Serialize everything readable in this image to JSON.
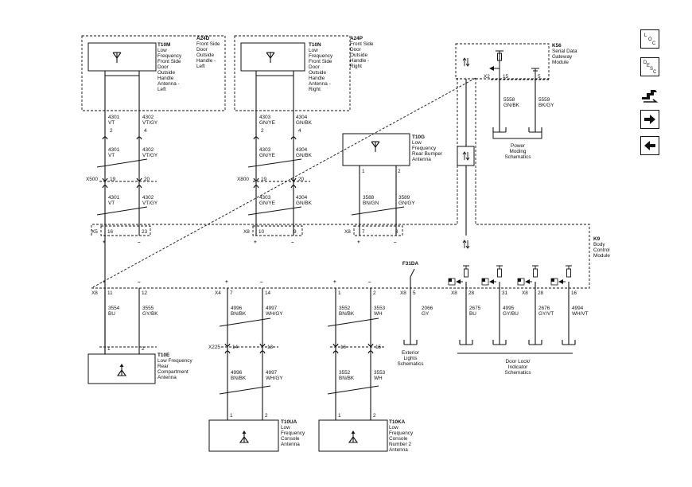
{
  "nav": {
    "loc": [
      "L",
      "O",
      "C"
    ],
    "desc": [
      "D",
      "E",
      "S",
      "C"
    ]
  },
  "components": {
    "a24d": {
      "id": "A24D",
      "lines": [
        "Front Side",
        "Door",
        "Outside",
        "Handle -",
        "Left"
      ]
    },
    "t10m": {
      "id": "T10M",
      "lines": [
        "Low",
        "Frequency",
        "Front Side",
        "Door",
        "Outside",
        "Handle",
        "Antenna -",
        "Left"
      ]
    },
    "a24p": {
      "id": "A24P",
      "lines": [
        "Front Side",
        "Door",
        "Outside",
        "Handle -",
        "Right"
      ]
    },
    "t10n": {
      "id": "T10N",
      "lines": [
        "Low",
        "Frequency",
        "Front Side",
        "Door",
        "Outside",
        "Handle",
        "Antenna -",
        "Right"
      ]
    },
    "t10g": {
      "id": "T10G",
      "lines": [
        "Low",
        "Frequency",
        "Rear Bumper",
        "Antenna"
      ]
    },
    "k56": {
      "id": "K56",
      "lines": [
        "Serial Data",
        "Gateway",
        "Module"
      ]
    },
    "k9": {
      "id": "K9",
      "lines": [
        "Body",
        "Control",
        "Module"
      ]
    },
    "t10e": {
      "id": "T10E",
      "lines": [
        "Low Frequency",
        "Rear",
        "Compartment",
        "Antenna"
      ]
    },
    "t10ua": {
      "id": "T10UA",
      "lines": [
        "Low",
        "Frequency",
        "Console",
        "Antenna"
      ]
    },
    "t10ka": {
      "id": "T10KA",
      "lines": [
        "Low",
        "Frequency",
        "Console",
        "Number 2",
        "Antenna"
      ]
    },
    "f31da": {
      "id": "F31DA"
    }
  },
  "connectors": {
    "x500": "X500",
    "x800": "X800",
    "x5": "X5",
    "x8": "X8",
    "x4": "X4",
    "x225": "X225",
    "x2": "X2"
  },
  "pins": {
    "t10m_a": "2",
    "t10m_b": "4",
    "x500_a": "19",
    "x500_b": "20",
    "bcm_x5_a": "16",
    "bcm_x5_b": "23",
    "t10n_a": "2",
    "t10n_b": "4",
    "x800_a": "19",
    "x800_b": "20",
    "bcm_x8_a": "10",
    "bcm_x8_b": "9",
    "t10g_a": "1",
    "t10g_b": "2",
    "bcm_x8_c": "7",
    "bcm_x8_d": "8",
    "k56_a": "15",
    "k56_b": "5",
    "bcm_x8_e": "11",
    "bcm_x8_f": "12",
    "bcm_x4_a": "7",
    "bcm_x4_b": "14",
    "bcm_r_a": "1",
    "bcm_r_b": "2",
    "bcm_f31": "5",
    "bcm_o1": "28",
    "bcm_o2": "31",
    "bcm_o3": "28",
    "bcm_o4": "16",
    "t10e_a": "1",
    "t10e_b": "2",
    "x225_a": "14",
    "x225_b": "13",
    "x225_c": "16",
    "x225_d": "15",
    "t10ua_a": "1",
    "t10ua_b": "2",
    "t10ka_a": "1",
    "t10ka_b": "2"
  },
  "wires": {
    "w4301": {
      "circuit": "4301",
      "color": "VT"
    },
    "w4302": {
      "circuit": "4302",
      "color": "VT/GY"
    },
    "w4303": {
      "circuit": "4303",
      "color": "GN/YE"
    },
    "w4304": {
      "circuit": "4304",
      "color": "GN/BK"
    },
    "w3588": {
      "circuit": "3588",
      "color": "BN/GN"
    },
    "w3589": {
      "circuit": "3589",
      "color": "GN/GY"
    },
    "w5558": {
      "circuit": "5558",
      "color": "GN/BK"
    },
    "w5559": {
      "circuit": "5559",
      "color": "BK/GY"
    },
    "w3554": {
      "circuit": "3554",
      "color": "BU"
    },
    "w3555": {
      "circuit": "3555",
      "color": "GY/BK"
    },
    "w4996": {
      "circuit": "4996",
      "color": "BN/BK"
    },
    "w4997": {
      "circuit": "4997",
      "color": "WH/GY"
    },
    "w3552": {
      "circuit": "3552",
      "color": "BN/BK"
    },
    "w3553": {
      "circuit": "3553",
      "color": "WH"
    },
    "w2066": {
      "circuit": "2066",
      "color": "GY"
    },
    "w2675": {
      "circuit": "2675",
      "color": "BU"
    },
    "w4995": {
      "circuit": "4995",
      "color": "GY/BU"
    },
    "w2676": {
      "circuit": "2676",
      "color": "GY/VT"
    },
    "w4994": {
      "circuit": "4994",
      "color": "WH/VT"
    }
  },
  "refs": {
    "power": [
      "Power",
      "Moding",
      "Schematics"
    ],
    "ext": [
      "Exterior",
      "Lights",
      "Schematics"
    ],
    "door": [
      "Door Lock/",
      "Indicator",
      "Schematics"
    ]
  },
  "polarity": {
    "plus": "+",
    "minus": "–"
  }
}
